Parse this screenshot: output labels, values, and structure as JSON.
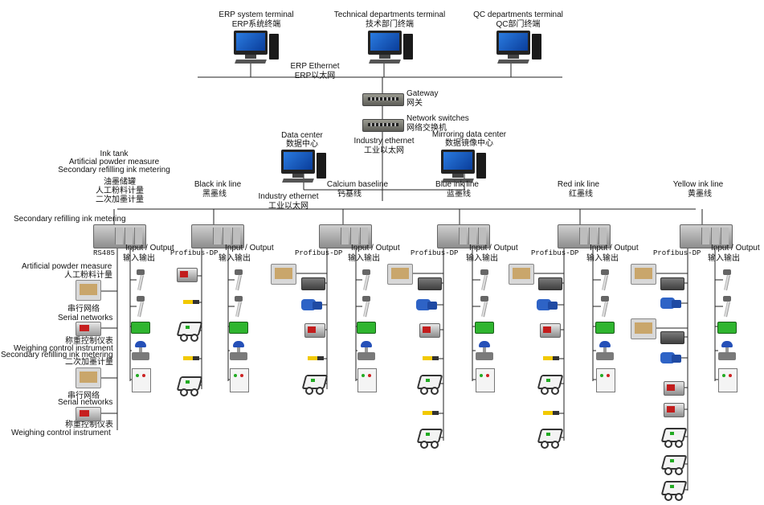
{
  "terminals": {
    "erp": {
      "en": "ERP system terminal",
      "zh": "ERP系统终端"
    },
    "tech": {
      "en": "Technical departments terminal",
      "zh": "技术部门终端"
    },
    "qc": {
      "en": "QC departments terminal",
      "zh": "QC部门终端"
    }
  },
  "erp_ethernet": {
    "en": "ERP Ethernet",
    "zh": "ERP以太网"
  },
  "gateway": {
    "en": "Gateway",
    "zh": "网关"
  },
  "network_switches": {
    "en": "Network switches",
    "zh": "网络交换机"
  },
  "data_center": {
    "en": "Data center",
    "zh": "数据中心"
  },
  "industry_ethernet_top": {
    "en": "Industry ethernet",
    "zh": "工业以太网"
  },
  "mirroring_center": {
    "en": "Mirroring data center",
    "zh": "数据镜像中心"
  },
  "ink_tank_block": {
    "en1": "Ink tank",
    "en2": "Artificial powder measure",
    "en3": "Secondary refilling ink metering",
    "zh1": "油墨储罐",
    "zh2": "人工粉料计量",
    "zh3": "二次加墨计量"
  },
  "industry_ethernet_bus": {
    "en": "Industry ethernet",
    "zh": "工业以太网"
  },
  "lines": {
    "black": {
      "en": "Black ink line",
      "zh": "黑墨线"
    },
    "calcium": {
      "en": "Calcium baseline",
      "zh": "钙基线"
    },
    "blue": {
      "en": "Blue ink line",
      "zh": "蓝墨线"
    },
    "red": {
      "en": "Red ink line",
      "zh": "红墨线"
    },
    "yellow": {
      "en": "Yellow ink line",
      "zh": "黄墨线"
    }
  },
  "secondary_refilling": "Secondary refilling ink metering",
  "rs485": "RS485",
  "profibus": "Profibus-DP",
  "io": {
    "en": "Input / Output",
    "zh": "输入输出"
  },
  "left_panel": {
    "apm_en": "Artificial powder measure",
    "apm_zh": "人工粉料计量",
    "serial_zh": "串行网络",
    "serial_en": "Serial networks",
    "wci_zh": "称重控制仪表",
    "wci_en": "Weighing control instrument",
    "sec_en": "Secondary refilling ink metering",
    "sec_zh": "二次加墨计量",
    "serial2_zh": "串行网络",
    "serial2_en": "Serial networks",
    "wci2_zh": "称重控制仪表",
    "wci2_en": "Weighing control instrument"
  },
  "colors": {
    "line": "#222222",
    "background": "#ffffff"
  }
}
